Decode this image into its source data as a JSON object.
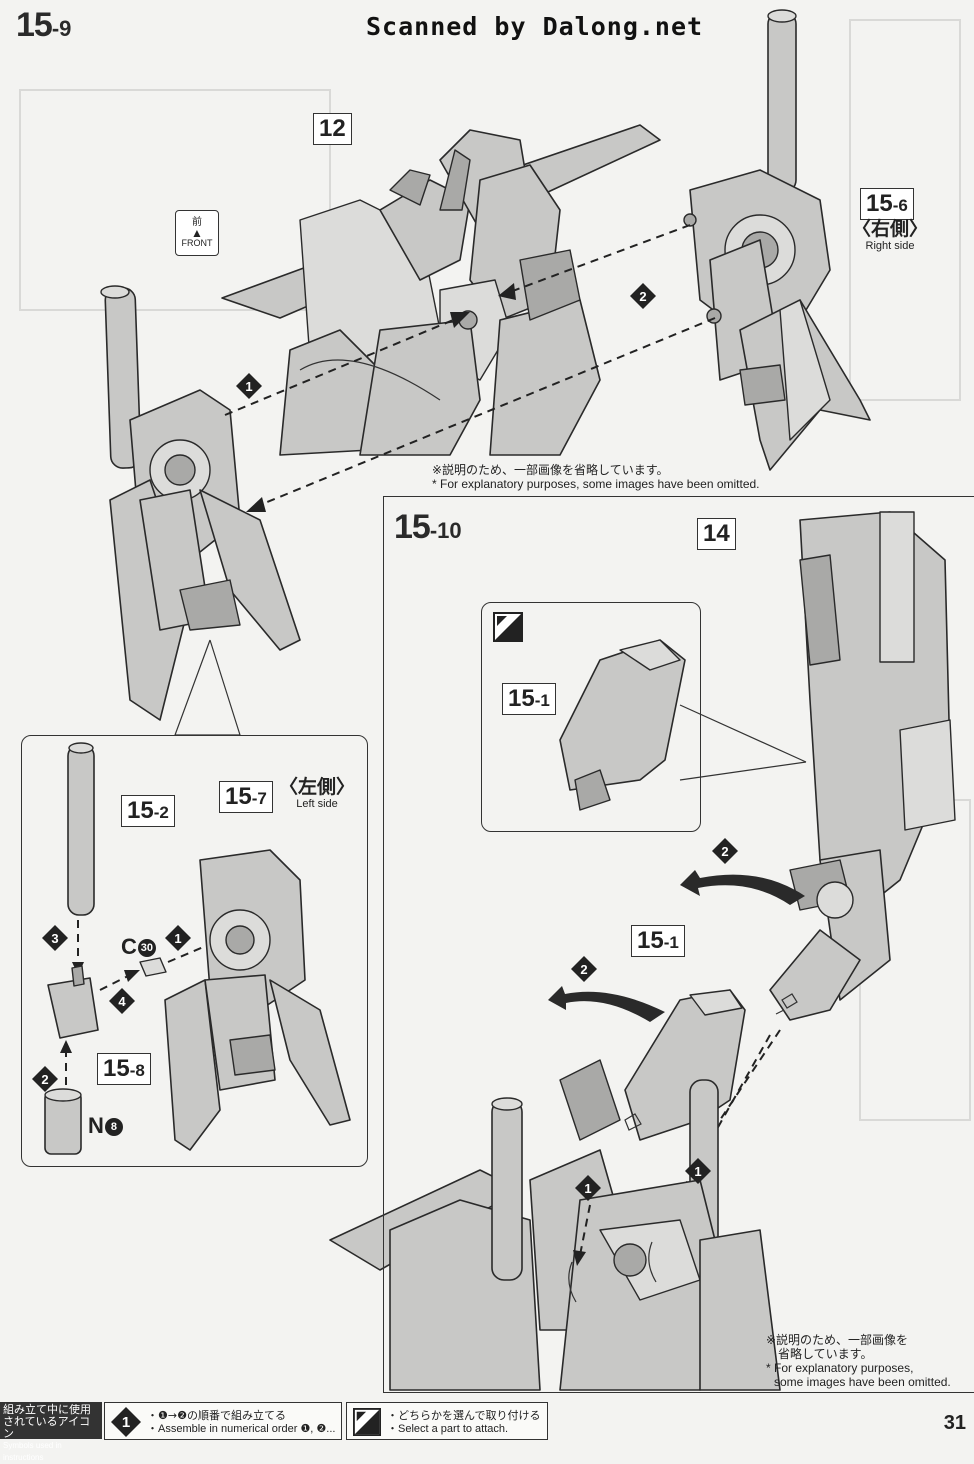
{
  "header": {
    "step_main": "15",
    "step_sub": "-9",
    "scan_credit": "Scanned by Dalong.net"
  },
  "step_15_9": {
    "callout_12": "12",
    "front_icon": {
      "jp": "前",
      "en": "FRONT"
    },
    "right_part": {
      "num": "15",
      "sub": "-6",
      "jp": "〈右側〉",
      "en": "Right side"
    },
    "order_1": "1",
    "order_2": "2",
    "note_jp": "※説明のため、一部画像を省略しています。",
    "note_en": "* For explanatory purposes, some images have been omitted."
  },
  "detail_panel": {
    "part_15_2": {
      "num": "15",
      "sub": "-2"
    },
    "part_15_7": {
      "num": "15",
      "sub": "-7",
      "jp": "〈左側〉",
      "en": "Left side"
    },
    "part_15_8": {
      "num": "15",
      "sub": "-8"
    },
    "part_c30": {
      "letter": "C",
      "num": "30"
    },
    "part_n8": {
      "letter": "N",
      "num": "8"
    },
    "order_1": "1",
    "order_2": "2",
    "order_3": "3",
    "order_4": "4"
  },
  "step_15_10": {
    "step_main": "15",
    "step_sub": "-10",
    "callout_14": "14",
    "inset_part": {
      "num": "15",
      "sub": "-1"
    },
    "main_part": {
      "num": "15",
      "sub": "-1"
    },
    "order_1": "1",
    "order_2": "2",
    "note_jp_1": "※説明のため、一部画像を",
    "note_jp_2": "省略しています。",
    "note_en_1": "* For explanatory purposes,",
    "note_en_2": "some images have been omitted."
  },
  "footer": {
    "icons_label_jp_1": "組み立て中に使用",
    "icons_label_jp_2": "されているアイコン",
    "icons_label_en": "Symbols used in instructions",
    "icon1_num": "1",
    "icon1_jp": "・❶→❷の順番で組み立てる",
    "icon1_en": "・Assemble in numerical order ❶, ❷...",
    "icon2_jp": "・どちらかを選んで取り付ける",
    "icon2_en": "・Select a part to attach.",
    "page_number": "31"
  }
}
